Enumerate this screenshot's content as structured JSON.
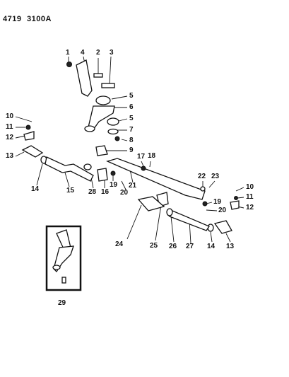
{
  "header": {
    "code_left": "4719",
    "code_right": "3100A"
  },
  "callouts": [
    "1",
    "2",
    "3",
    "4",
    "5",
    "5",
    "6",
    "7",
    "8",
    "9",
    "10",
    "11",
    "12",
    "13",
    "14",
    "15",
    "16",
    "17",
    "18",
    "19",
    "20",
    "21",
    "22",
    "23",
    "19",
    "20",
    "10",
    "11",
    "12",
    "24",
    "25",
    "26",
    "27",
    "14",
    "13",
    "28",
    "29"
  ]
}
